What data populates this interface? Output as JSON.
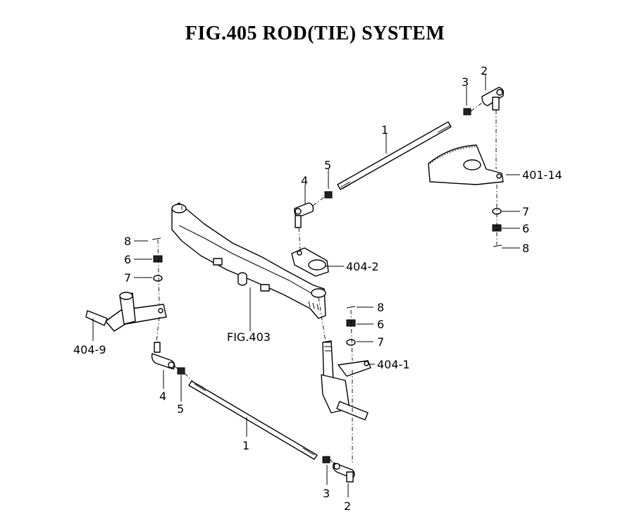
{
  "title": "FIG.405  ROD(TIE) SYSTEM",
  "callouts": {
    "p1_upper": "1",
    "p2_upper": "2",
    "p3_upper": "3",
    "p4_upper": "4",
    "p5_upper": "5",
    "p6_right": "6",
    "p7_right": "7",
    "p8_right": "8",
    "p401_14": "401-14",
    "p404_2": "404-2",
    "p8_left": "8",
    "p6_left": "6",
    "p7_left": "7",
    "p404_9": "404-9",
    "fig403": "FIG.403",
    "p8_mid": "8",
    "p6_mid": "6",
    "p7_mid": "7",
    "p404_1": "404-1",
    "p4_lower": "4",
    "p5_lower": "5",
    "p1_lower": "1",
    "p3_lower": "3",
    "p2_lower": "2"
  }
}
